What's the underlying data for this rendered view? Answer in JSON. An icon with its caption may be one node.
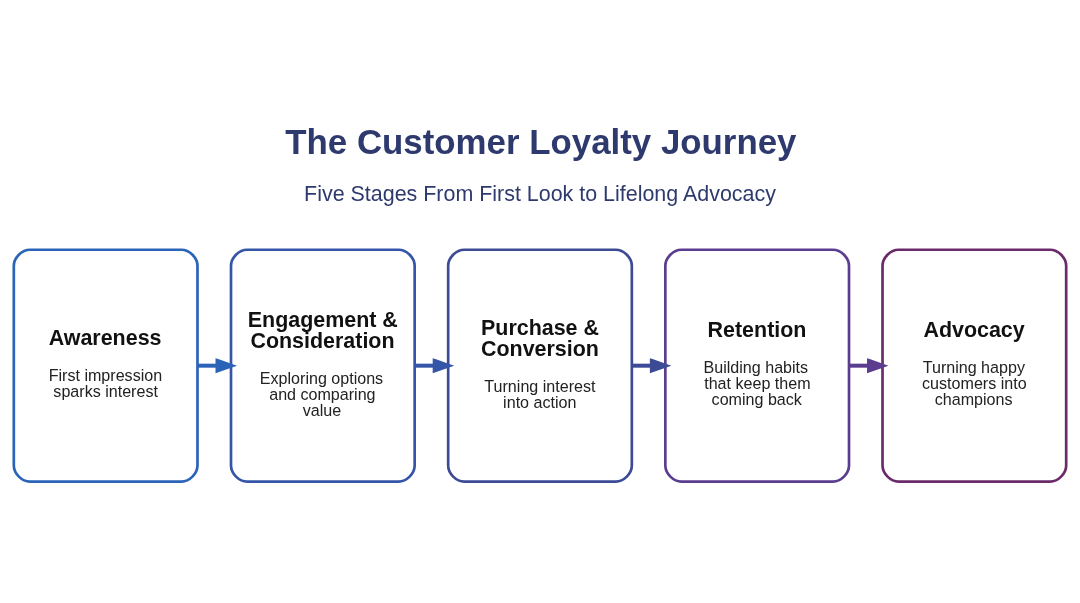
{
  "diagram": {
    "title": "The Customer Loyalty Journey",
    "nodes": [
      {
        "text": [
          "Awareness",
          "First impression sparks interest"
        ]
      },
      {
        "text": [
          "Engagement & Consideration",
          "Exploring options and comparing value"
        ]
      },
      {
        "text": [
          "Purchase & Conversion",
          "Turning interest into action"
        ]
      },
      {
        "text": [
          "Retention",
          "Building habits that keep them coming back"
        ]
      },
      {
        "text": [
          "Advocacy",
          "Turning happy customers into champions"
        ]
      }
    ],
    "edges": [
      {
        "from": 0,
        "to": 1,
        "arrow": "to"
      },
      {
        "from": 1,
        "to": 2,
        "arrow": "to"
      },
      {
        "from": 2,
        "to": 3,
        "arrow": "to"
      },
      {
        "from": 3,
        "to": 4,
        "arrow": "to"
      }
    ],
    "labels": [
      "Five Stages From First Look to Lifelong Advocacy"
    ]
  }
}
